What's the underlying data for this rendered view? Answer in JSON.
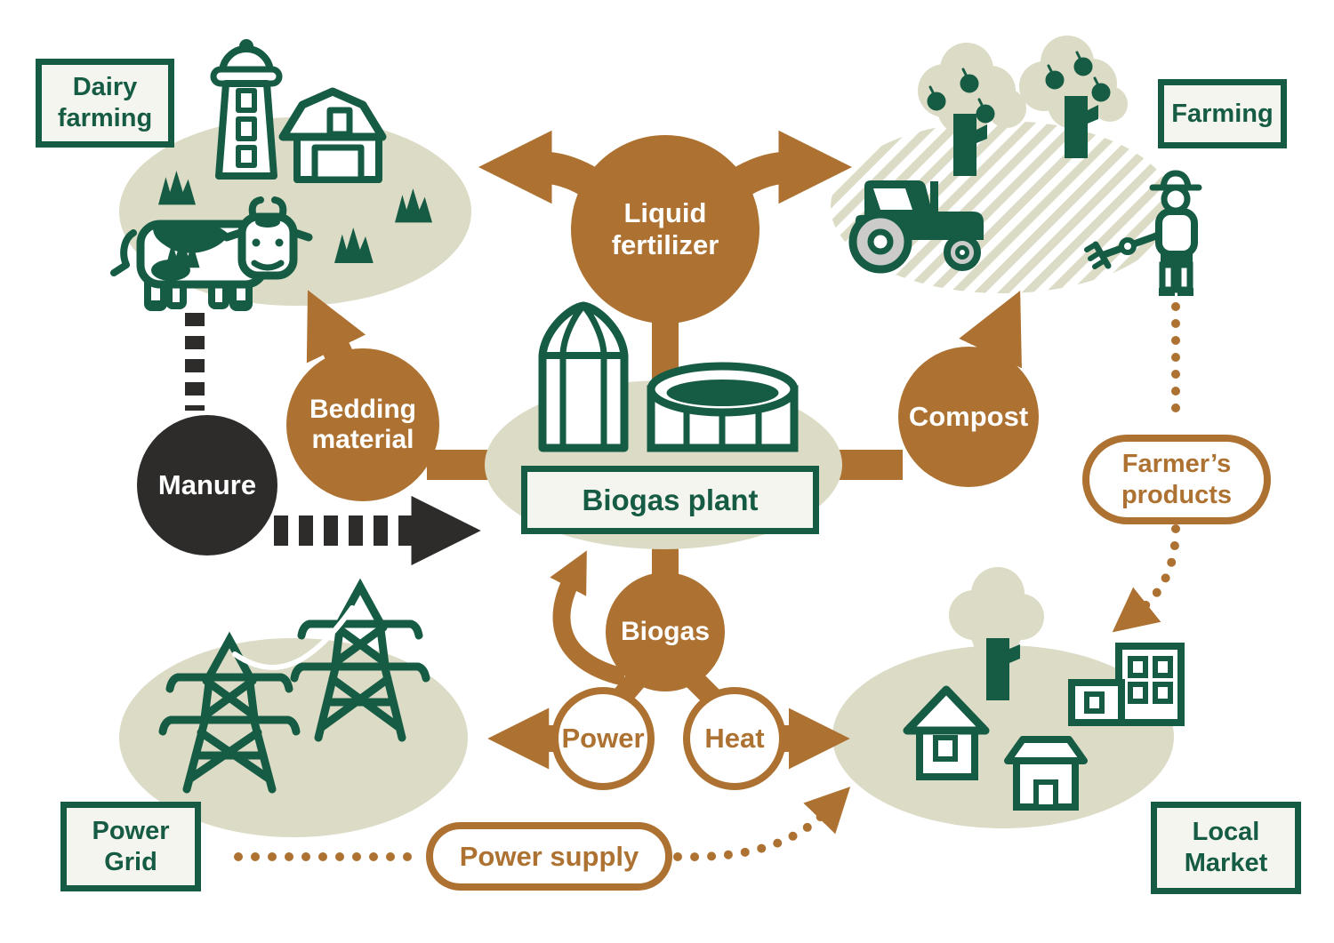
{
  "nodes": {
    "dairy_farming": "Dairy farming",
    "farming": "Farming",
    "biogas_plant": "Biogas plant",
    "power_grid": "Power Grid",
    "local_market": "Local Market"
  },
  "flows": {
    "liquid_fertilizer": "Liquid fertilizer",
    "bedding_material": "Bedding material",
    "manure": "Manure",
    "compost": "Compost",
    "biogas": "Biogas",
    "power": "Power",
    "heat": "Heat"
  },
  "links": {
    "farmers_products": "Farmer’s products",
    "power_supply": "Power supply"
  },
  "colors": {
    "green": "#165b43",
    "brown": "#ad7232",
    "beige": "#dcdbc6",
    "dark": "#2e2c2a",
    "box_background": "#f4f5ee",
    "wheel_gray": "#cbcbc9"
  },
  "icons": {
    "dairy": [
      "silo-tower-icon",
      "barn-icon",
      "cow-icon",
      "grass-icon"
    ],
    "farming": [
      "fruit-tree-icon",
      "tractor-icon",
      "farmer-icon"
    ],
    "biogas_plant": [
      "biogas-silo-icon",
      "digester-tank-icon"
    ],
    "power_grid": [
      "transmission-tower-icon",
      "power-line-icon"
    ],
    "local_market": [
      "tree-icon",
      "house-icon",
      "shop-icon",
      "building-icon"
    ]
  }
}
